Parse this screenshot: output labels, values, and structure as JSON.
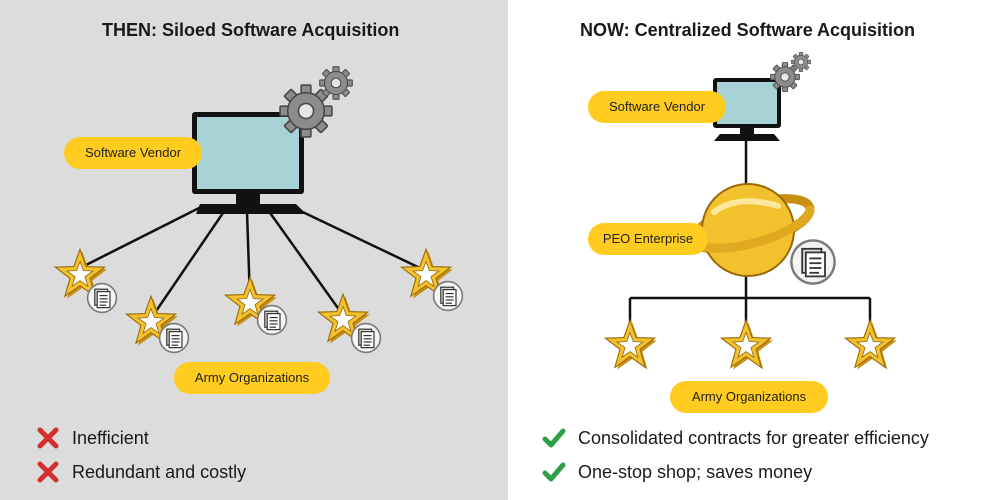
{
  "left": {
    "title": "THEN: Siloed Software Acquisition",
    "vendor_label": "Software Vendor",
    "orgs_label": "Army Organizations",
    "bullets": [
      "Inefficient",
      "Redundant and costly"
    ]
  },
  "right": {
    "title": "NOW: Centralized Software Acquisition",
    "vendor_label": "Software Vendor",
    "enterprise_label": "PEO Enterprise",
    "orgs_label": "Army Organizations",
    "bullets": [
      "Consolidated contracts for greater efficiency",
      "One-stop shop; saves money"
    ]
  },
  "colors": {
    "left_bg": "#dcdcdc",
    "pill": "#ffcc1f",
    "star": "#f2c12e",
    "screen": "#a8d3d6",
    "cross": "#d32f2f",
    "check": "#2e9e47"
  },
  "icons": [
    "monitor-icon",
    "gear-icon",
    "star-icon",
    "document-icon",
    "planet-icon",
    "cross-icon",
    "check-icon"
  ]
}
